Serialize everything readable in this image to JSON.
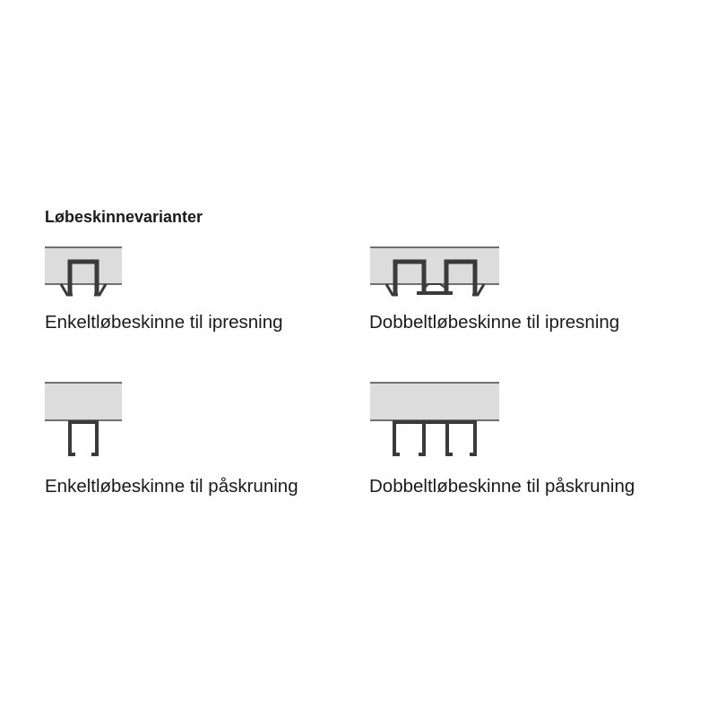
{
  "title": "Løbeskinnevarianter",
  "variants": [
    {
      "label": "Enkeltløbeskinne til ipresning"
    },
    {
      "label": "Dobbeltløbeskinne til ipresning"
    },
    {
      "label": "Enkeltløbeskinne til påskruning"
    },
    {
      "label": "Dobbeltløbeskinne til påskruning"
    }
  ],
  "colors": {
    "panel": "#dcdcdc",
    "panel_edge": "#707070",
    "rail": "#3a3a3a"
  }
}
